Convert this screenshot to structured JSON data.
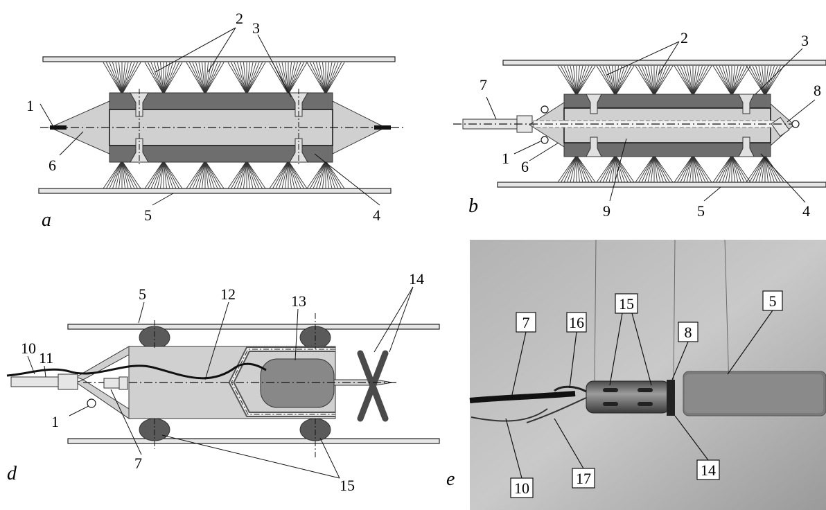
{
  "panels": {
    "a": {
      "label": "a",
      "callouts": [
        "1",
        "2",
        "3",
        "4",
        "5",
        "6"
      ]
    },
    "b": {
      "label": "b",
      "callouts": [
        "1",
        "2",
        "3",
        "4",
        "5",
        "6",
        "7",
        "8",
        "9"
      ]
    },
    "d": {
      "label": "d",
      "callouts": [
        "1",
        "5",
        "7",
        "10",
        "11",
        "12",
        "13",
        "14",
        "15"
      ]
    },
    "e": {
      "label": "e",
      "callouts": [
        "5",
        "7",
        "8",
        "10",
        "14",
        "15",
        "16",
        "17"
      ]
    }
  },
  "colors": {
    "body_dark": "#6e6e6e",
    "body_light": "#d0d0d0",
    "pipe_wall": "#e6e6e6",
    "photo_bg": "#a8a8a8",
    "brush": "#333333"
  }
}
